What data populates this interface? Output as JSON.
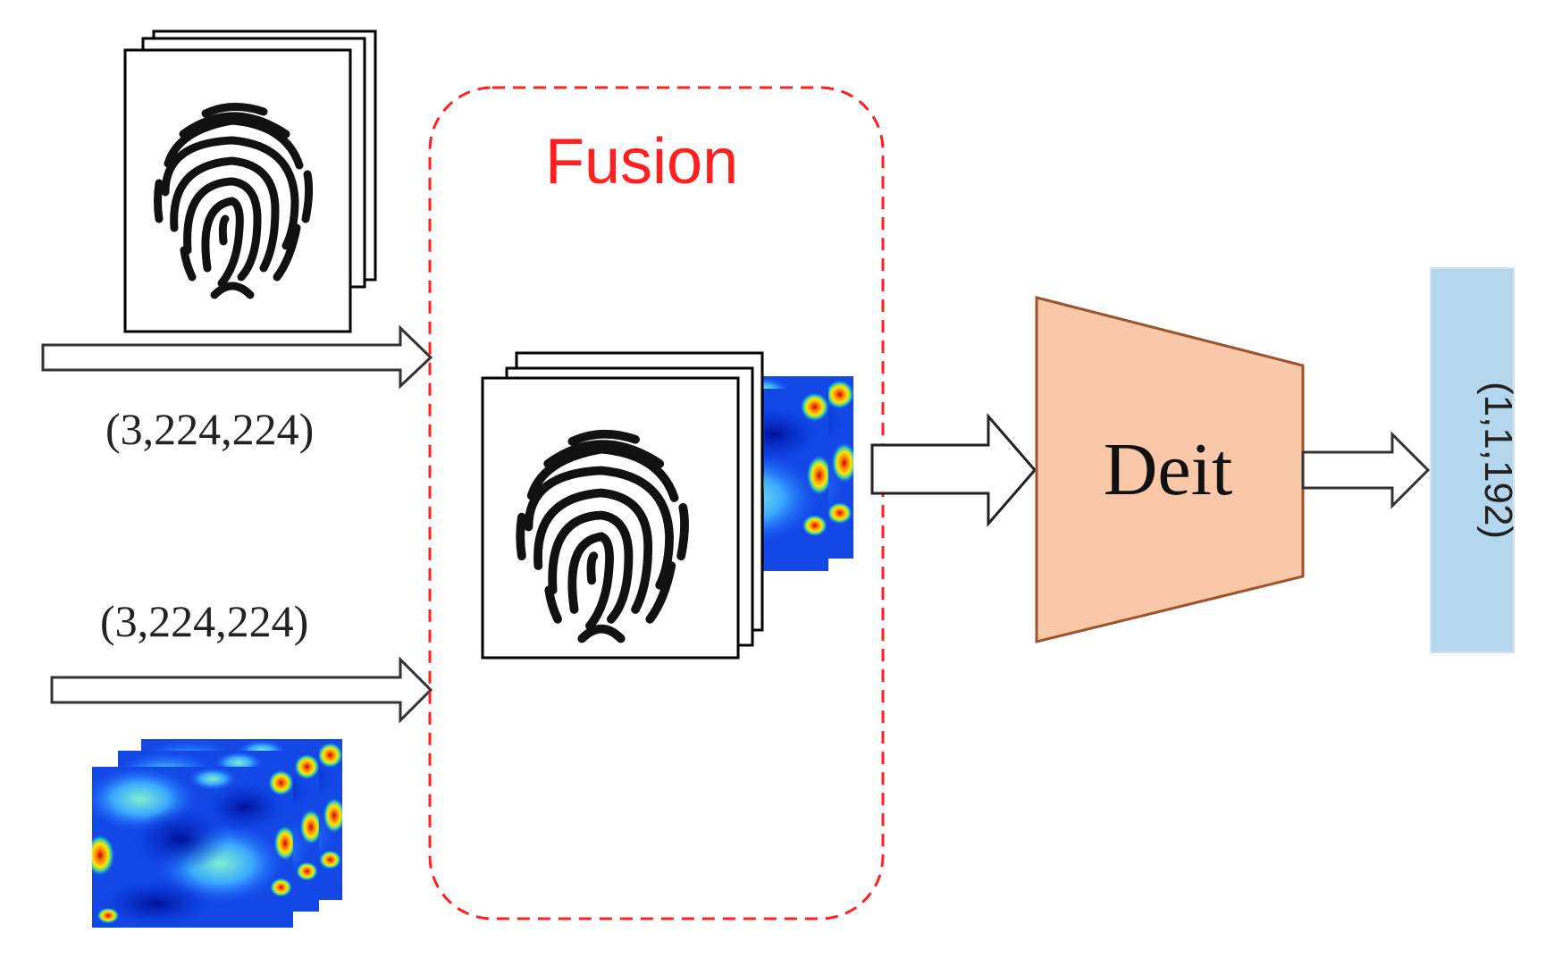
{
  "fusion": {
    "label": "Fusion",
    "color": "#ff2020"
  },
  "inputs": {
    "fingerprint_shape": "(3,224,224)",
    "heatmap_shape": "(3,224,224)"
  },
  "model": {
    "label": "Deit",
    "fill": "#f9c8a8",
    "stroke": "#a0522d"
  },
  "output": {
    "shape": "(1,1,192)",
    "fill": "#b4d7ee"
  },
  "icons": [
    "fingerprint-icon",
    "heatmap-icon",
    "arrow-icon"
  ]
}
